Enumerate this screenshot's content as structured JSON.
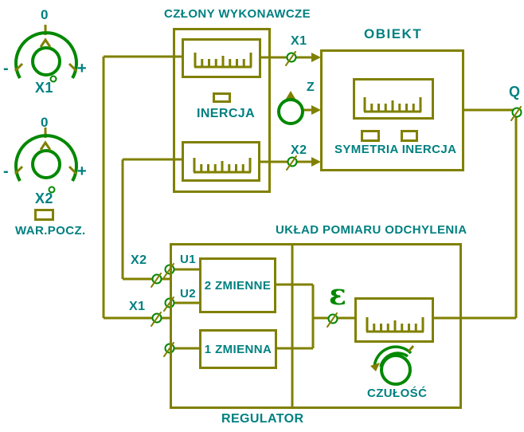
{
  "colors": {
    "wire": "#808000",
    "label_text": "#008080",
    "accent_green": "#008800",
    "background": "#ffffff"
  },
  "setpoint_dials": {
    "x1": {
      "zero": "0",
      "minus": "-",
      "plus": "+",
      "label": "X1"
    },
    "x2": {
      "zero": "0",
      "minus": "-",
      "plus": "+",
      "label": "X2"
    },
    "initial_condition_label": "WAR.POCZ."
  },
  "actuators_block": {
    "title": "CZŁONY WYKONAWCZE",
    "inertia_label": "INERCJA"
  },
  "plant_block": {
    "title": "OBIEKT",
    "symmetry_inertia_label": "SYMETRIA INERCJA"
  },
  "signals": {
    "x1_out": "X1",
    "z": "Z",
    "x2_out": "X2",
    "q": "Q",
    "u1": "U1",
    "u2": "U2",
    "x2_feedback": "X2",
    "x1_feedback": "X1",
    "epsilon": "ε"
  },
  "measurement_block": {
    "title": "UKŁAD POMIARU ODCHYLENIA",
    "two_variables": "2 ZMIENNE",
    "one_variable": "1 ZMIENNA",
    "sensitivity_label": "CZUŁOŚĆ"
  },
  "regulator_block": {
    "title": "REGULATOR"
  }
}
